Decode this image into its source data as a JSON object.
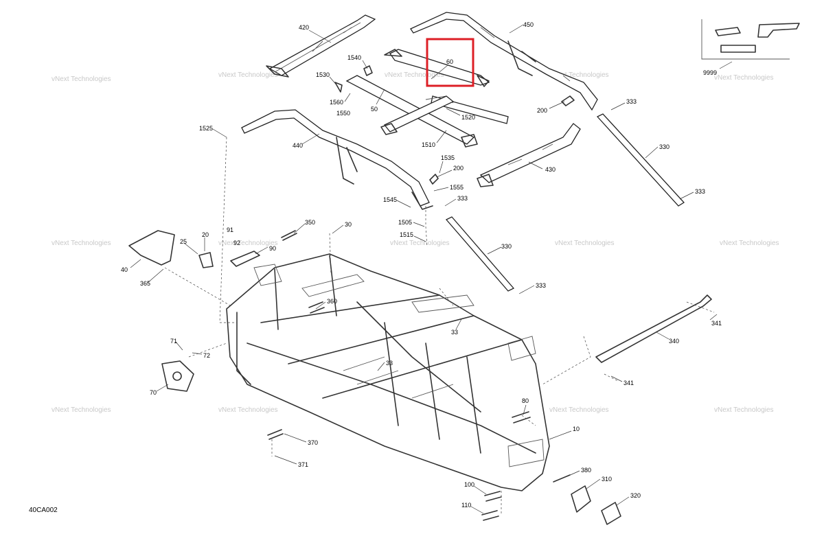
{
  "diagram_code": "40CA002",
  "watermark_text": "vNext Technologies",
  "highlight": {
    "part": "60",
    "color": "#dd1f26"
  },
  "parts": [
    {
      "id": "p420",
      "label": "420"
    },
    {
      "id": "p450",
      "label": "450"
    },
    {
      "id": "p60",
      "label": "60"
    },
    {
      "id": "p1540",
      "label": "1540"
    },
    {
      "id": "p1530",
      "label": "1530"
    },
    {
      "id": "p1560",
      "label": "1560"
    },
    {
      "id": "p1550",
      "label": "1550"
    },
    {
      "id": "p50",
      "label": "50"
    },
    {
      "id": "p1520",
      "label": "1520"
    },
    {
      "id": "p1510",
      "label": "1510"
    },
    {
      "id": "p200a",
      "label": "200"
    },
    {
      "id": "p333a",
      "label": "333"
    },
    {
      "id": "p330a",
      "label": "330"
    },
    {
      "id": "p333b",
      "label": "333"
    },
    {
      "id": "p1525",
      "label": "1525"
    },
    {
      "id": "p440",
      "label": "440"
    },
    {
      "id": "p1535",
      "label": "1535"
    },
    {
      "id": "p200b",
      "label": "200"
    },
    {
      "id": "p430",
      "label": "430"
    },
    {
      "id": "p1555",
      "label": "1555"
    },
    {
      "id": "p1545",
      "label": "1545"
    },
    {
      "id": "p333c",
      "label": "333"
    },
    {
      "id": "p1505",
      "label": "1505"
    },
    {
      "id": "p1515",
      "label": "1515"
    },
    {
      "id": "p330b",
      "label": "330"
    },
    {
      "id": "p333d",
      "label": "333"
    },
    {
      "id": "p350",
      "label": "350"
    },
    {
      "id": "p30",
      "label": "30"
    },
    {
      "id": "p91",
      "label": "91"
    },
    {
      "id": "p92",
      "label": "92"
    },
    {
      "id": "p90",
      "label": "90"
    },
    {
      "id": "p25",
      "label": "25"
    },
    {
      "id": "p20",
      "label": "20"
    },
    {
      "id": "p40",
      "label": "40"
    },
    {
      "id": "p365",
      "label": "365"
    },
    {
      "id": "p360",
      "label": "360"
    },
    {
      "id": "p33a",
      "label": "33"
    },
    {
      "id": "p33b",
      "label": "33"
    },
    {
      "id": "p71",
      "label": "71"
    },
    {
      "id": "p72",
      "label": "72"
    },
    {
      "id": "p70",
      "label": "70"
    },
    {
      "id": "p341a",
      "label": "341"
    },
    {
      "id": "p340",
      "label": "340"
    },
    {
      "id": "p341b",
      "label": "341"
    },
    {
      "id": "p80",
      "label": "80"
    },
    {
      "id": "p10",
      "label": "10"
    },
    {
      "id": "p370",
      "label": "370"
    },
    {
      "id": "p371",
      "label": "371"
    },
    {
      "id": "p380",
      "label": "380"
    },
    {
      "id": "p310",
      "label": "310"
    },
    {
      "id": "p100",
      "label": "100"
    },
    {
      "id": "p320",
      "label": "320"
    },
    {
      "id": "p110",
      "label": "110"
    },
    {
      "id": "p9999",
      "label": "9999"
    }
  ]
}
